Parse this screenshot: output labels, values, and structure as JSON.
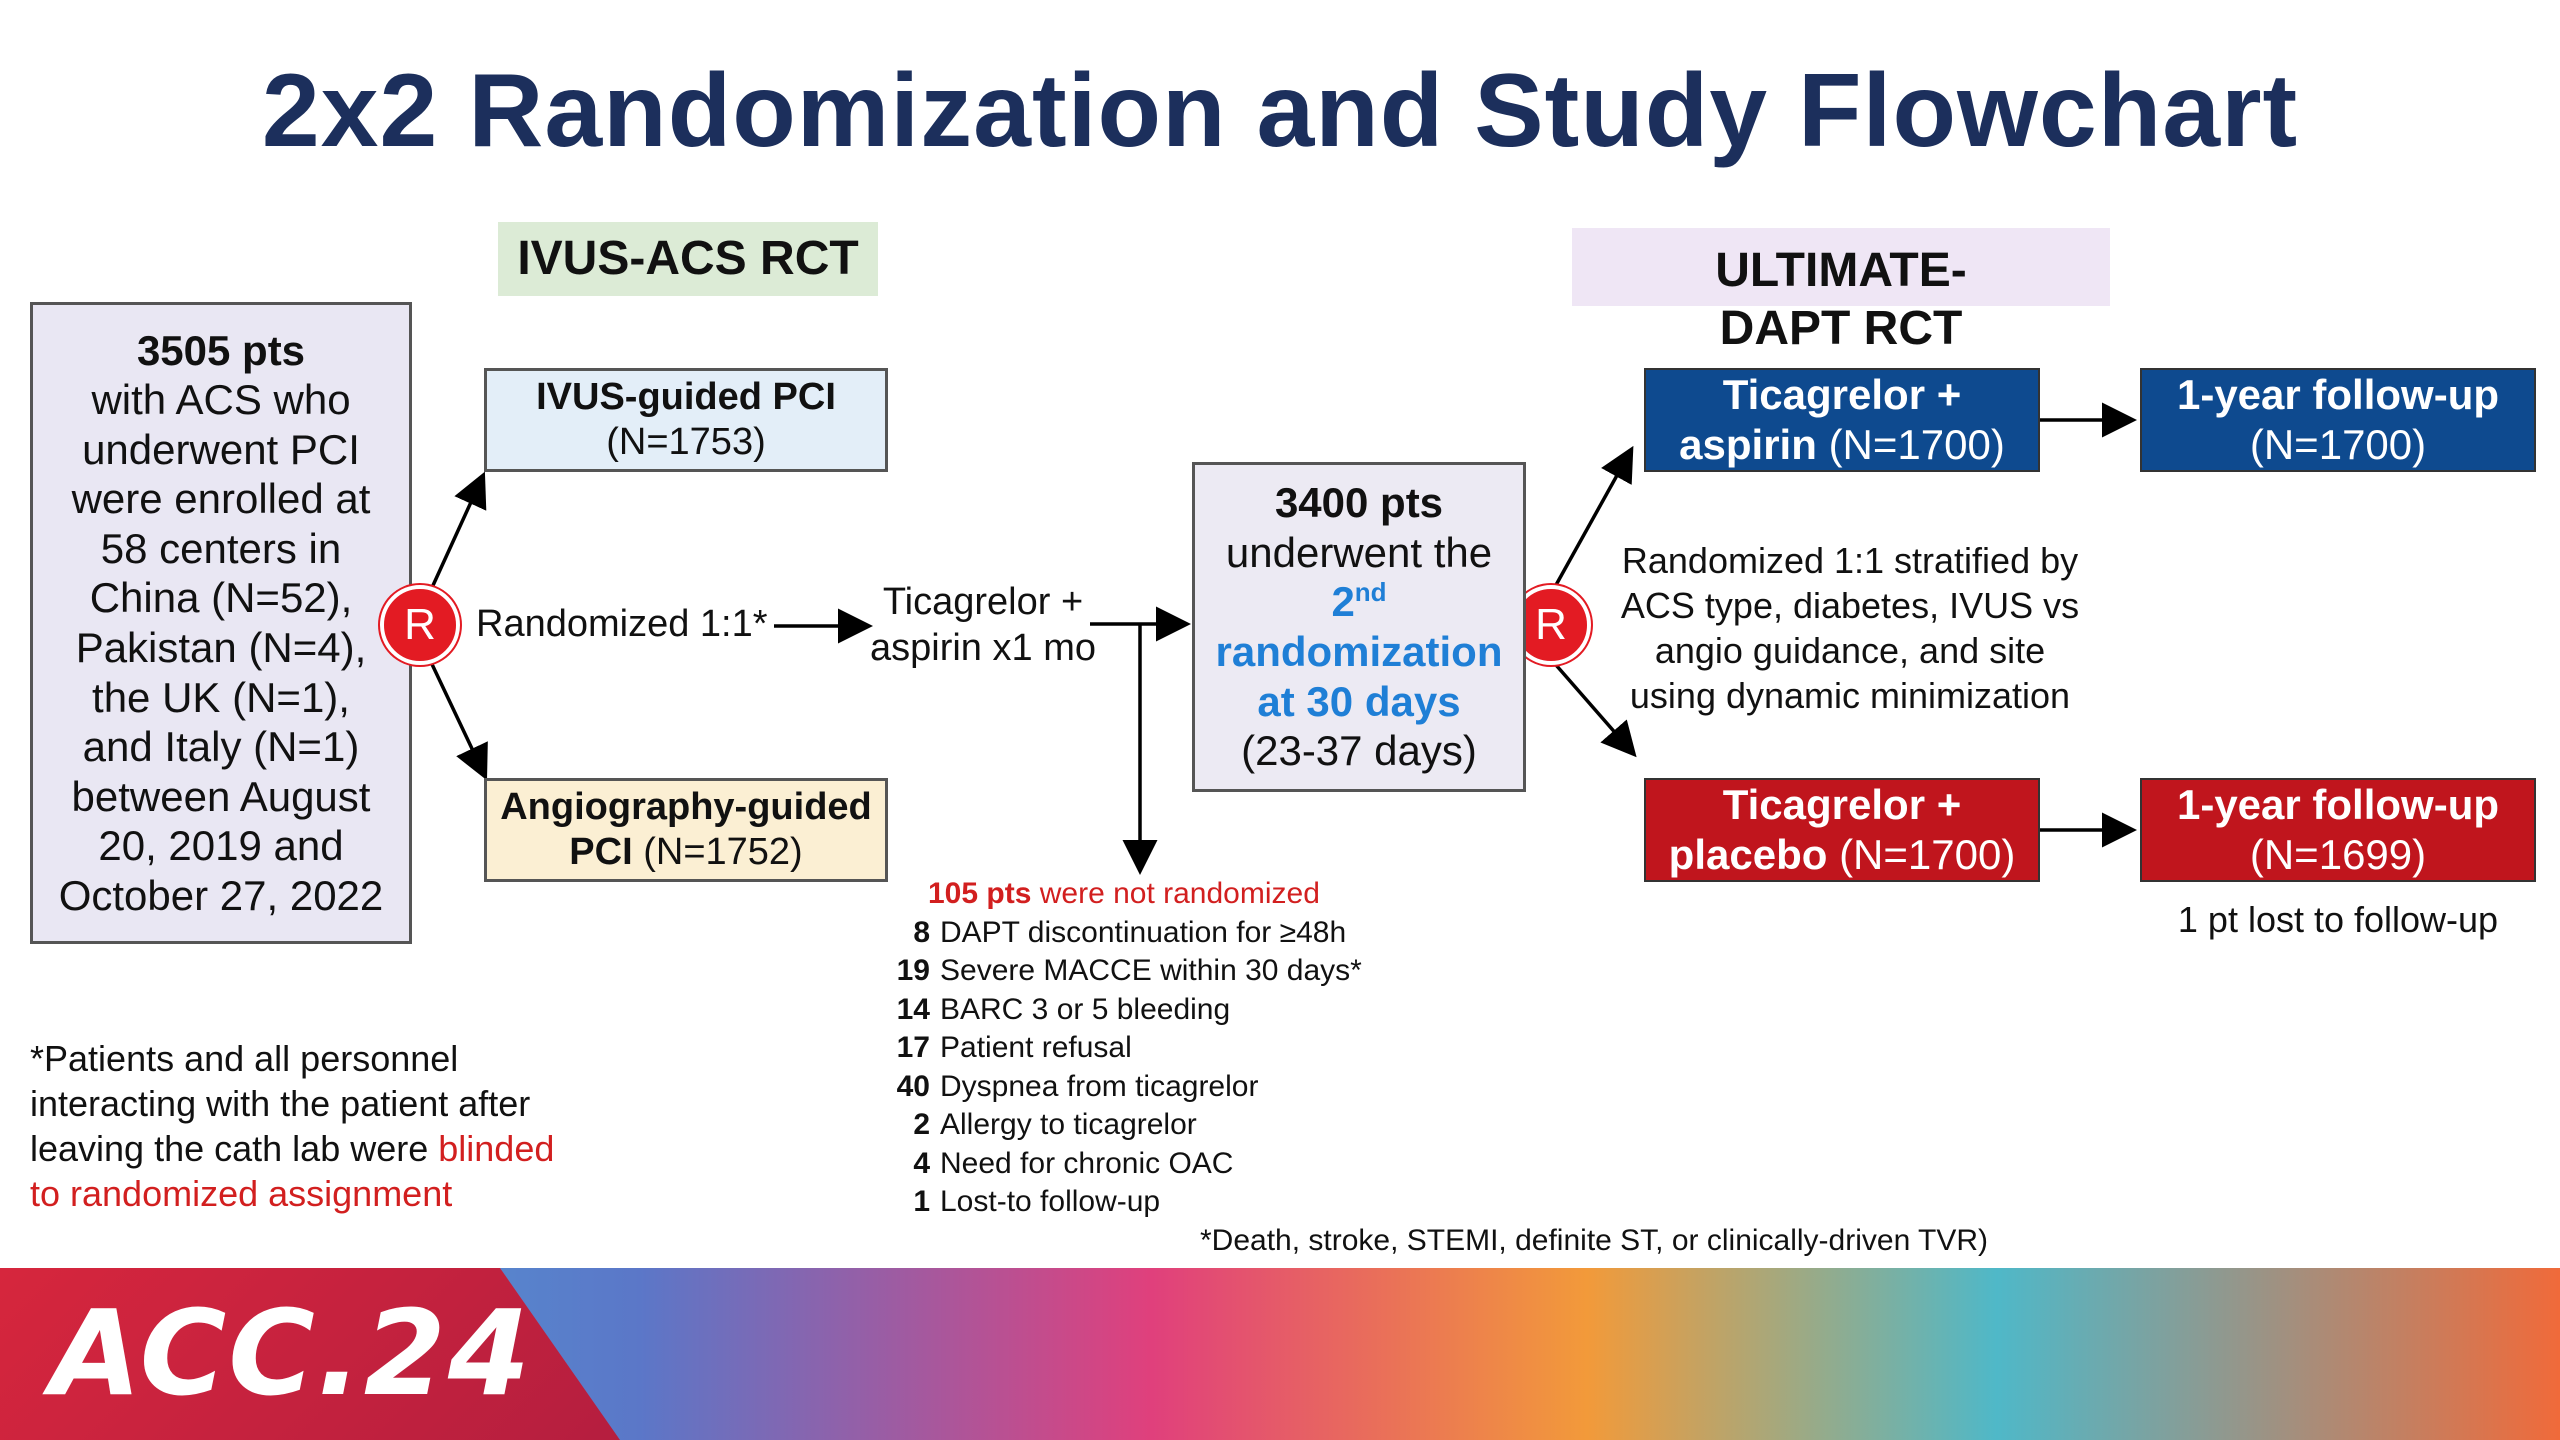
{
  "title": "2x2 Randomization and Study Flowchart",
  "labels": {
    "ivus_acs": "IVUS-ACS RCT",
    "ultimate_dapt": "ULTIMATE-DAPT RCT"
  },
  "enrolled": {
    "bold": "3505 pts",
    "lines": [
      "with ACS who",
      "underwent PCI",
      "were enrolled at",
      "58 centers in",
      "China (N=52),",
      "Pakistan (N=4),",
      "the UK (N=1),",
      "and Italy (N=1)",
      "between August",
      "20, 2019 and",
      "October 27, 2022"
    ]
  },
  "randomize_symbol": "R",
  "randomized_1": "Randomized 1:1*",
  "ivus_guided": {
    "name": "IVUS-guided PCI",
    "n": "(N=1753)"
  },
  "angio_guided": {
    "name": "Angiography-guided",
    "name2": "PCI",
    "n": "(N=1752)"
  },
  "ticagrelor_mo": {
    "line1": "Ticagrelor +",
    "line2": "aspirin x1 mo"
  },
  "second_random": {
    "bold": "3400 pts",
    "line1": "underwent the",
    "ordinal": "2",
    "ordinal_sup": "nd",
    "line3": "randomization",
    "line4": "at 30 days",
    "line5": "(23-37 days)"
  },
  "stratified": [
    "Randomized 1:1 stratified by",
    "ACS type, diabetes, IVUS vs",
    "angio guidance, and site",
    "using dynamic minimization"
  ],
  "arm_aspirin": {
    "line1": "Ticagrelor +",
    "line2": "aspirin",
    "n": "(N=1700)"
  },
  "arm_placebo": {
    "line1": "Ticagrelor +",
    "line2": "placebo",
    "n": "(N=1700)"
  },
  "followup_aspirin": {
    "line1": "1-year follow-up",
    "n": "(N=1700)"
  },
  "followup_placebo": {
    "line1": "1-year follow-up",
    "n": "(N=1699)"
  },
  "lost_note": "1 pt lost to follow-up",
  "not_randomized": {
    "head_bold": "105 pts",
    "head_rest": " were not randomized",
    "reasons": [
      {
        "n": "8",
        "text": "DAPT discontinuation for ≥48h"
      },
      {
        "n": "19",
        "text": "Severe MACCE within 30 days*"
      },
      {
        "n": "14",
        "text": "BARC 3 or 5 bleeding"
      },
      {
        "n": "17",
        "text": "Patient refusal"
      },
      {
        "n": "40",
        "text": "Dyspnea from ticagrelor"
      },
      {
        "n": "2",
        "text": "Allergy to ticagrelor"
      },
      {
        "n": "4",
        "text": "Need for chronic OAC"
      },
      {
        "n": "1",
        "text": "Lost-to follow-up"
      }
    ]
  },
  "footnote_macce": "*Death, stroke, STEMI, definite ST, or clinically-driven TVR)",
  "footnote_blind": {
    "line1": "*Patients and all personnel",
    "line2": "interacting with the patient after",
    "line3_black": "leaving the cath lab were ",
    "line3_red": "blinded",
    "line4_red": "to randomized assignment"
  },
  "logo": "ACC.24",
  "colors": {
    "title": "#1c2f5c",
    "aspirin_arm": "#0e4a8f",
    "placebo_arm": "#c0151d",
    "randomize_red": "#e31b23",
    "highlight_blue": "#1f7fd6",
    "warning_red": "#d21f1f"
  }
}
